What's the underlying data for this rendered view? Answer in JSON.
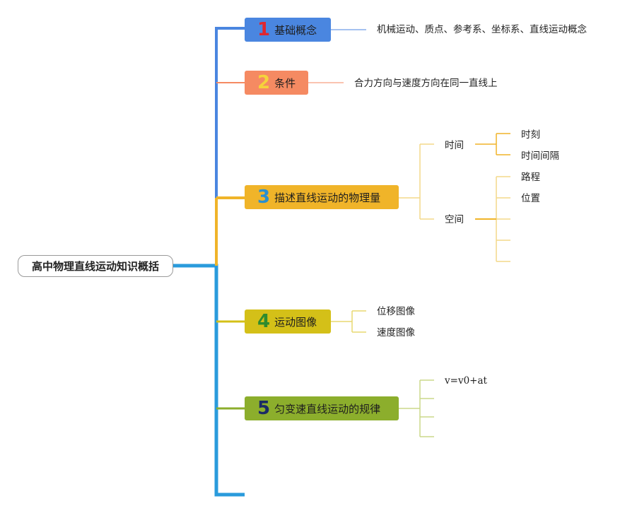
{
  "root": {
    "label": "高中物理直线运动知识概括"
  },
  "branches": [
    {
      "number": "1",
      "label": "基础概念",
      "color": "#4a86e0",
      "number_color": "#e0262f",
      "details": [
        "机械运动、质点、参考系、坐标系、直线运动概念"
      ]
    },
    {
      "number": "2",
      "label": "条件",
      "color": "#f58a62",
      "number_color": "#f5d33b",
      "details": [
        "合力方向与速度方向在同一直线上"
      ]
    },
    {
      "number": "3",
      "label": "描述直线运动的物理量",
      "color": "#f0b429",
      "number_color": "#2a8fcf",
      "details": [
        {
          "label": "时间",
          "children": [
            "时刻",
            "时间间隔"
          ]
        },
        {
          "label": "空间",
          "children": [
            "路程",
            "位置",
            "",
            "",
            ""
          ]
        }
      ]
    },
    {
      "number": "4",
      "label": "运动图像",
      "color": "#d4c018",
      "number_color": "#2e8b2e",
      "details": [
        "位移图像",
        "速度图像"
      ]
    },
    {
      "number": "5",
      "label": "匀变速直线运动的规律",
      "color": "#8cae2c",
      "number_color": "#1b2a66",
      "details": [
        "v=v0+at",
        "",
        "",
        ""
      ]
    }
  ],
  "colors": {
    "trunk": "#2a9bdc",
    "leaf_line_yellow": "#f3d88a",
    "leaf_line_olive": "#cbd98a"
  }
}
